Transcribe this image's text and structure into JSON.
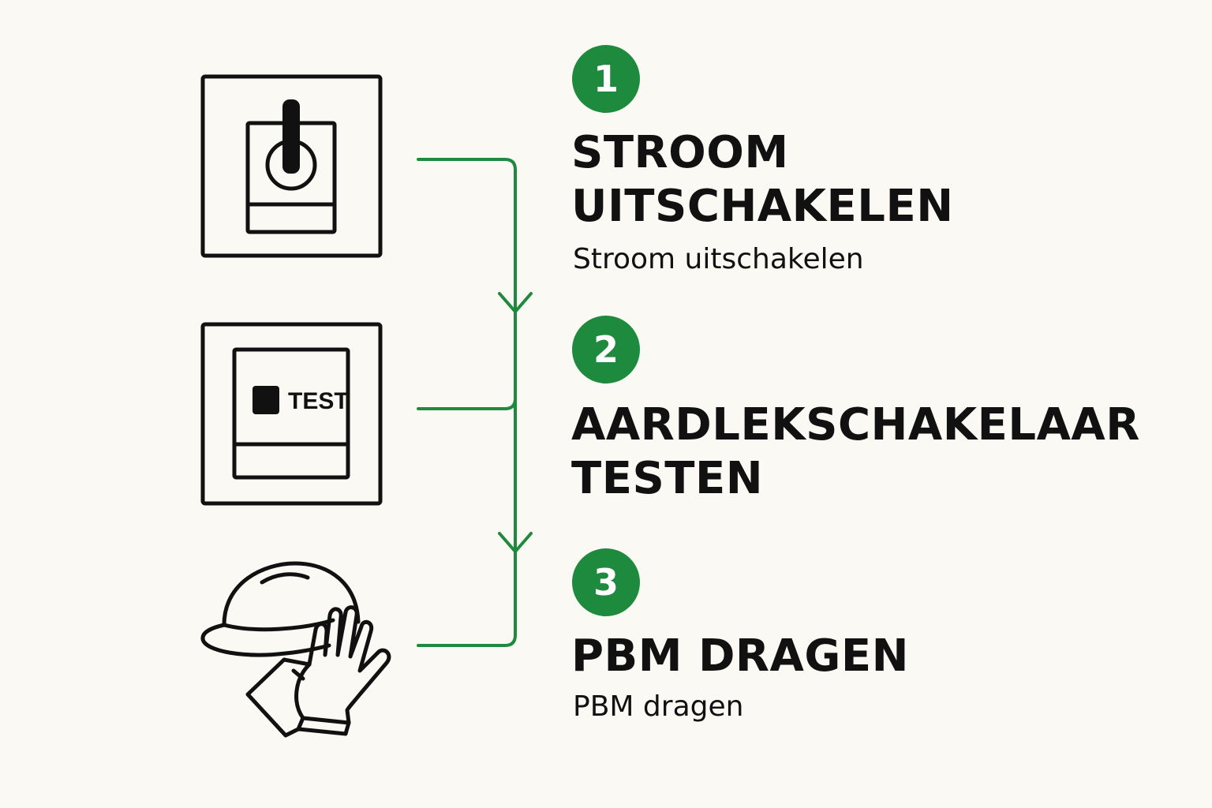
{
  "colors": {
    "accent": "#1E8A3E",
    "ink": "#111111",
    "background": "#FBF9F4"
  },
  "steps": [
    {
      "number": "1",
      "title_line1": "STROOM",
      "title_line2": "UITSCHAKELEN",
      "subtitle": "Stroom uitschakelen",
      "icon": "power-switch-icon"
    },
    {
      "number": "2",
      "title_line1": "AARDLEKSCHAKELAAR",
      "title_line2": "TESTEN",
      "icon": "rcd-test-icon",
      "icon_label": "TEST"
    },
    {
      "number": "3",
      "title_line1": "PBM DRAGEN",
      "subtitle": "PBM dragen",
      "icon": "helmet-gloves-icon"
    }
  ]
}
